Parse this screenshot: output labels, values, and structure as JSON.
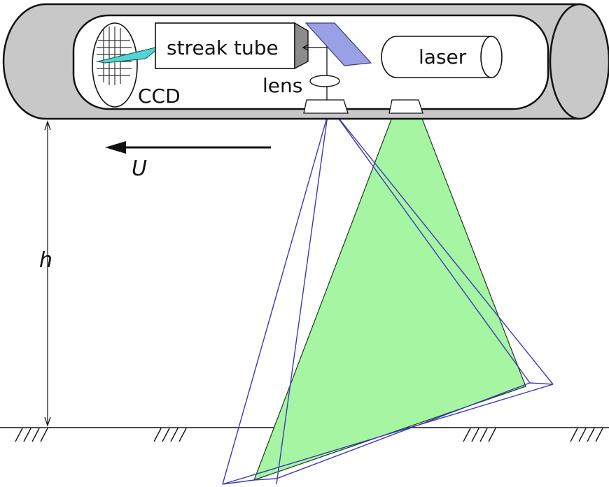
{
  "diagram": {
    "labels": {
      "streak_tube": "streak tube",
      "laser": "laser",
      "lens": "lens",
      "ccd": "CCD",
      "velocity": "U",
      "height": "h"
    },
    "colors": {
      "laser_sheet": "#a6f5a2",
      "imaging_cone": "#3a3ab8",
      "mirror": "#9aa0e6",
      "ccd_streak": "#4fd6d2",
      "housing_end": "#c8c8c8",
      "outline": "#111111"
    }
  }
}
